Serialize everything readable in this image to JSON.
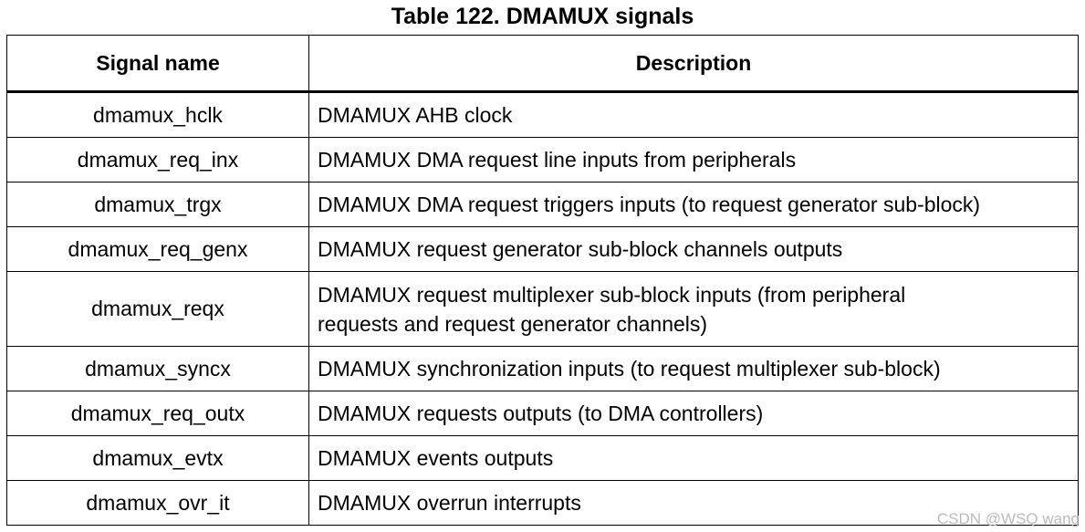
{
  "caption": "Table 122. DMAMUX signals",
  "headers": {
    "signal_name": "Signal name",
    "description": "Description"
  },
  "rows": [
    {
      "name": "dmamux_hclk",
      "description": [
        "DMAMUX AHB clock"
      ]
    },
    {
      "name": "dmamux_req_inx",
      "description": [
        "DMAMUX DMA request line inputs from peripherals"
      ]
    },
    {
      "name": "dmamux_trgx",
      "description": [
        "DMAMUX DMA request triggers inputs (to request generator sub-block)"
      ]
    },
    {
      "name": "dmamux_req_genx",
      "description": [
        "DMAMUX request generator sub-block channels outputs"
      ]
    },
    {
      "name": "dmamux_reqx",
      "description": [
        "DMAMUX request multiplexer sub-block inputs (from peripheral",
        "requests and request generator channels)"
      ]
    },
    {
      "name": "dmamux_syncx",
      "description": [
        "DMAMUX synchronization inputs (to request multiplexer sub-block)"
      ]
    },
    {
      "name": "dmamux_req_outx",
      "description": [
        "DMAMUX requests outputs (to DMA controllers)"
      ]
    },
    {
      "name": "dmamux_evtx",
      "description": [
        "DMAMUX events outputs"
      ]
    },
    {
      "name": "dmamux_ovr_it",
      "description": [
        "DMAMUX overrun interrupts"
      ]
    }
  ],
  "watermark": "CSDN @WSQ wang"
}
